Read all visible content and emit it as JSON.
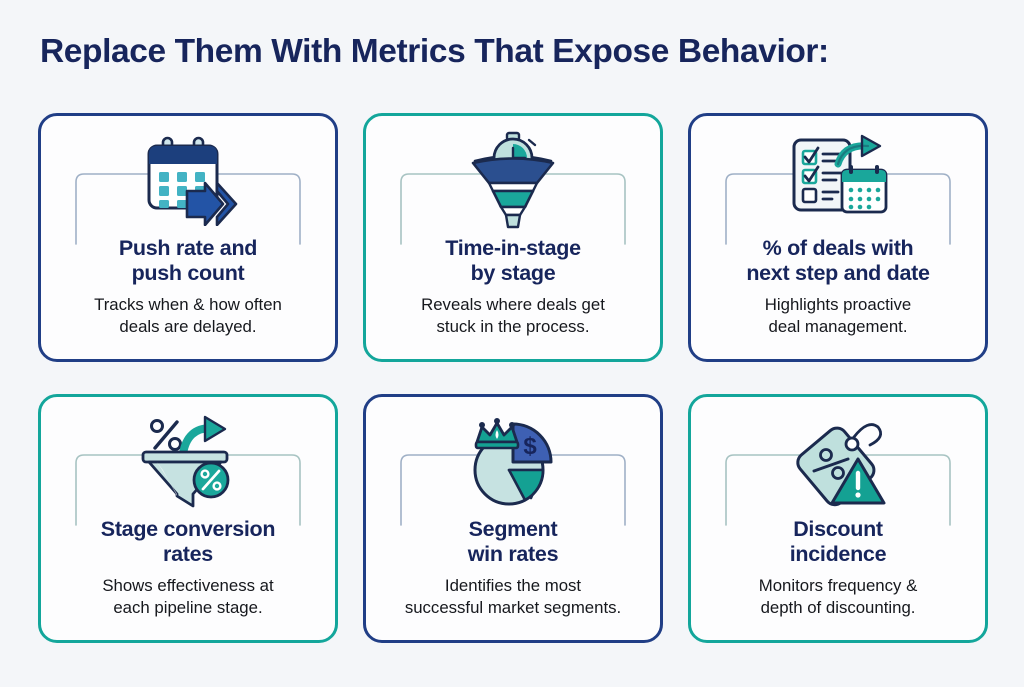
{
  "header": {
    "title": "Replace Them With Metrics That Expose Behavior:"
  },
  "colors": {
    "background": "#f4f6f9",
    "navy": "#203e86",
    "teal": "#13a69b",
    "title_text": "#17255c",
    "body_text": "#16181d",
    "card_background": "#fdfdfe",
    "icon_light_teal": "#bfe0dd",
    "icon_mid_teal": "#1aa79b",
    "icon_navy": "#1c3f7d",
    "icon_outline": "#1b2a4e"
  },
  "cards": [
    {
      "id": "push-rate-and-push-count",
      "accent": "navy",
      "icon": "calendar-forward-arrow-icon",
      "title": "Push rate and\npush count",
      "description": "Tracks when & how often\ndeals are delayed."
    },
    {
      "id": "time-in-stage-by-stage",
      "accent": "teal",
      "icon": "stopwatch-funnel-icon",
      "title": "Time-in-stage\nby stage",
      "description": "Reveals where deals get\nstuck in the process."
    },
    {
      "id": "percent-of-deals-with-next-step-and-date",
      "accent": "navy",
      "icon": "checklist-calendar-arrow-icon",
      "title": "% of deals with\nnext step and date",
      "description": "Highlights proactive\ndeal management."
    },
    {
      "id": "stage-conversion-rates",
      "accent": "teal",
      "icon": "funnel-percent-icon",
      "title": "Stage conversion\nrates",
      "description": "Shows effectiveness at\neach pipeline stage."
    },
    {
      "id": "segment-win-rates",
      "accent": "navy",
      "icon": "pie-chart-crown-dollar-icon",
      "title": "Segment\nwin rates",
      "description": "Identifies the most\nsuccessful market segments."
    },
    {
      "id": "discount-incidence",
      "accent": "teal",
      "icon": "price-tag-warning-icon",
      "title": "Discount\nincidence",
      "description": "Monitors frequency &\ndepth of discounting."
    }
  ]
}
